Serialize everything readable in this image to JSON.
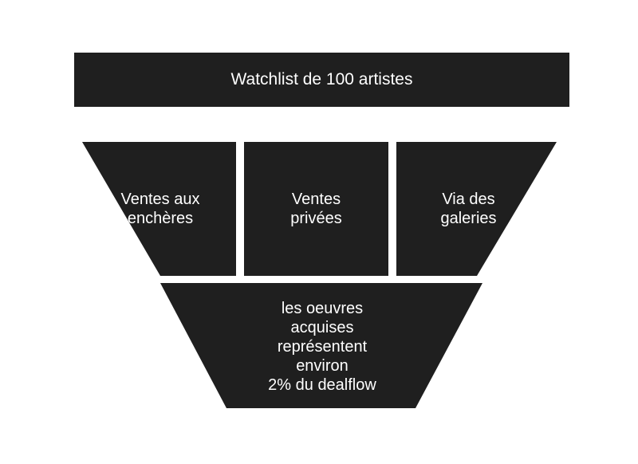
{
  "colors": {
    "block": "#1f1f1f",
    "text": "#ffffff",
    "background": "#ffffff"
  },
  "top_bar": {
    "text": "Watchlist de 100 artistes"
  },
  "channels": {
    "auctions": "Ventes aux\nenchères",
    "private_sales": "Ventes\nprivées",
    "galleries": "Via des\ngaleries"
  },
  "result": {
    "text": "les oeuvres\nacquises\nreprésentent\nenviron\n2% du dealflow"
  }
}
